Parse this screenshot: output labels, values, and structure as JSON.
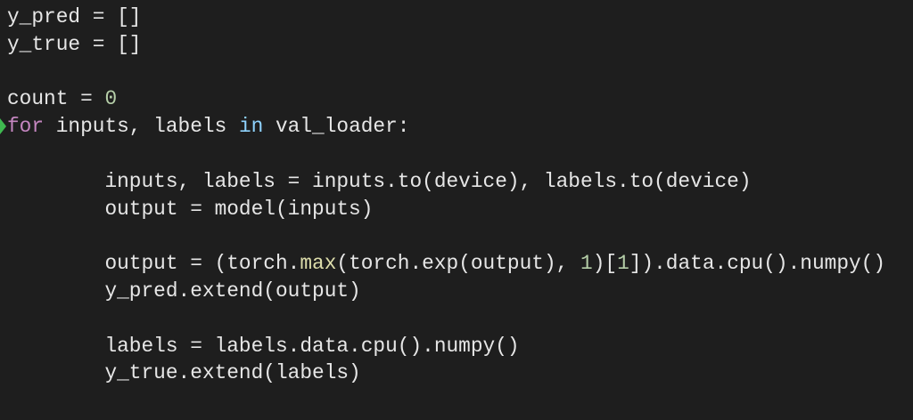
{
  "accent_colors": {
    "keyword": "#c586c0",
    "operator_in": "#8fd3fe",
    "number": "#b5cea8",
    "function": "#dcdcaa",
    "background": "#1e1e1e",
    "breakpoint_marker": "#3fb950"
  },
  "lines": [
    [
      {
        "t": "y_pred = []"
      }
    ],
    [
      {
        "t": "y_true = []"
      }
    ],
    [],
    [
      {
        "t": "count = "
      },
      {
        "t": "0",
        "c": "num"
      }
    ],
    [
      {
        "t": "for",
        "c": "kw"
      },
      {
        "t": " inputs, labels "
      },
      {
        "t": "in",
        "c": "op"
      },
      {
        "t": " val_loader:"
      }
    ],
    [],
    [
      {
        "t": "        inputs, labels = inputs.to(device), labels.to(device)"
      }
    ],
    [
      {
        "t": "        output = model(inputs)"
      }
    ],
    [],
    [
      {
        "t": "        output = (torch."
      },
      {
        "t": "max",
        "c": "fn"
      },
      {
        "t": "(torch.exp(output), "
      },
      {
        "t": "1",
        "c": "num"
      },
      {
        "t": ")["
      },
      {
        "t": "1",
        "c": "num"
      },
      {
        "t": "]).data.cpu().numpy()"
      }
    ],
    [
      {
        "t": "        y_pred.extend(output)"
      }
    ],
    [],
    [
      {
        "t": "        labels = labels.data.cpu().numpy()"
      }
    ],
    [
      {
        "t": "        y_true.extend(labels)"
      }
    ]
  ]
}
